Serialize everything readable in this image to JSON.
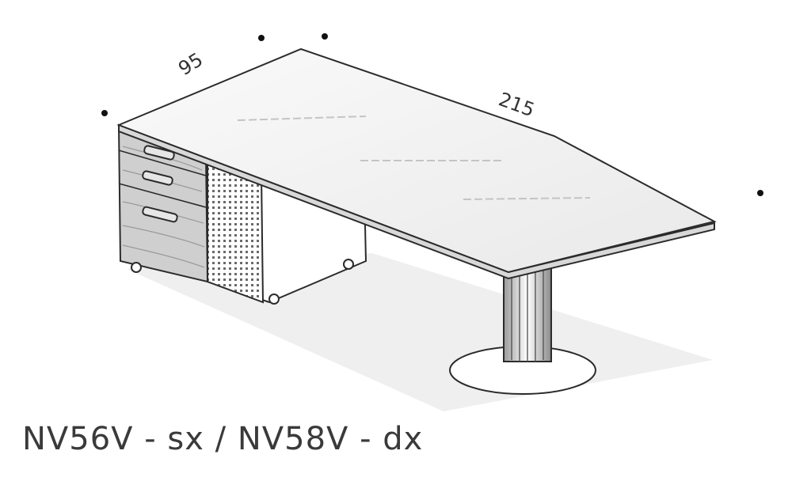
{
  "drawing": {
    "dimensions": {
      "depth": "95",
      "width": "215"
    },
    "colors": {
      "outline": "#2b2b2b",
      "top_surface": "#f2f2f2",
      "wood": "#c9c9c9",
      "shadow": "#ececec"
    }
  },
  "caption": "NV56V - sx / NV58V - dx"
}
